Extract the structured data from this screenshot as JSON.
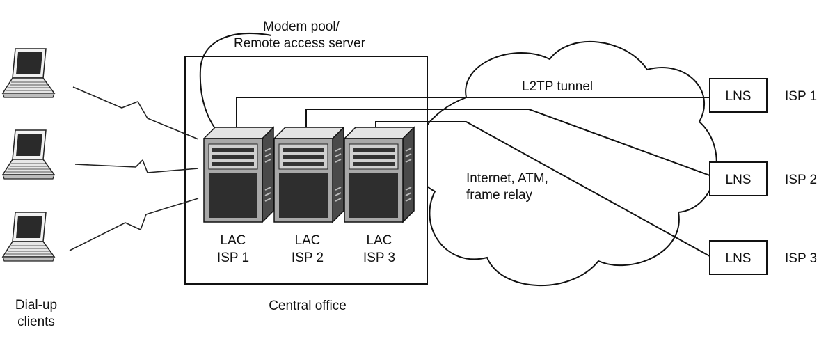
{
  "labels": {
    "modem_pool_line1": "Modem pool/",
    "modem_pool_line2": "Remote access server",
    "l2tp_tunnel": "L2TP tunnel",
    "cloud_line1": "Internet, ATM,",
    "cloud_line2": "frame relay",
    "central_office": "Central office",
    "dialup_line1": "Dial-up",
    "dialup_line2": "clients"
  },
  "lacs": [
    {
      "line1": "LAC",
      "line2": "ISP 1"
    },
    {
      "line1": "LAC",
      "line2": "ISP 2"
    },
    {
      "line1": "LAC",
      "line2": "ISP 3"
    }
  ],
  "lns_boxes": [
    {
      "label": "LNS",
      "isp": "ISP 1"
    },
    {
      "label": "LNS",
      "isp": "ISP 2"
    },
    {
      "label": "LNS",
      "isp": "ISP 3"
    }
  ],
  "clients": [
    {
      "icon": "laptop-icon"
    },
    {
      "icon": "laptop-icon"
    },
    {
      "icon": "laptop-icon"
    }
  ],
  "colors": {
    "stroke": "#111111",
    "server_light": "#e4e4e4",
    "server_mid": "#a8a8a8",
    "server_dark": "#4a4a4a",
    "laptop_screen": "#2a2a2a"
  }
}
